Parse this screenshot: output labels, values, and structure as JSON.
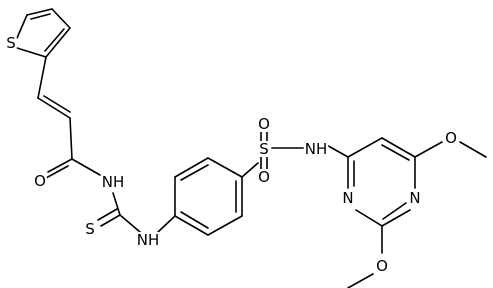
{
  "molecule": {
    "atoms": {
      "S_thiophene": "S",
      "O_carbonyl": "O",
      "NH_amide": "NH",
      "S_thioxo": "S",
      "NH_aryl": "NH",
      "O_sulfonyl_top": "O",
      "S_sulfonyl": "S",
      "O_sulfonyl_bottom": "O",
      "NH_sulfonamide": "NH",
      "N_pyrimidine_left": "N",
      "N_pyrimidine_right": "N",
      "O_methoxy_top": "O",
      "O_methoxy_bottom": "O"
    }
  }
}
